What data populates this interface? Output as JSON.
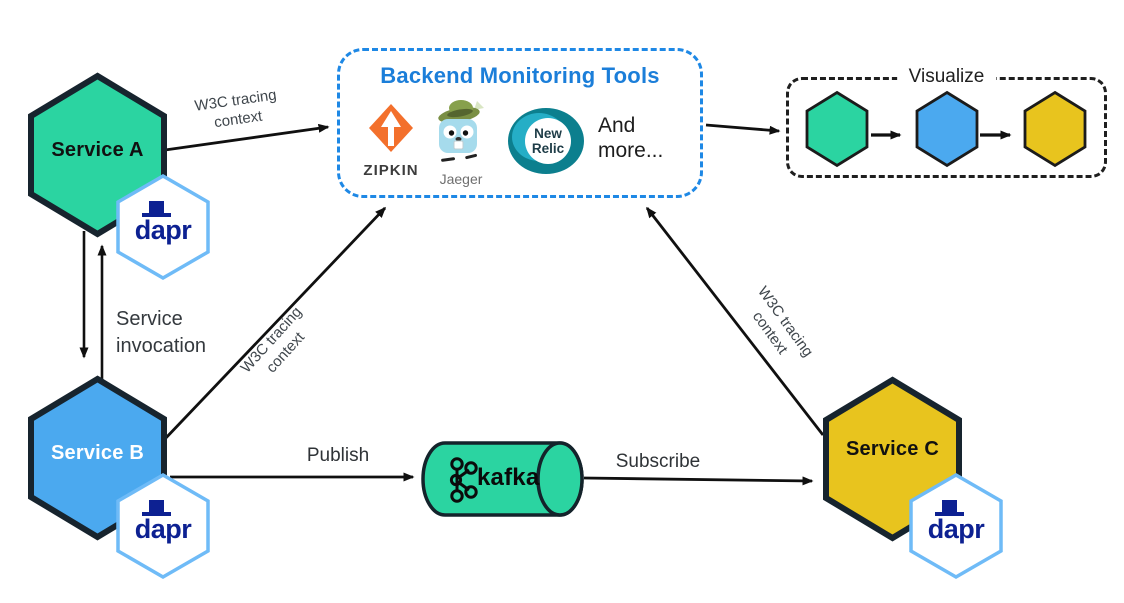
{
  "diagram": {
    "services": {
      "a": {
        "label": "Service A",
        "color": "#2BD4A1"
      },
      "b": {
        "label": "Service B",
        "color": "#4BA9EF"
      },
      "c": {
        "label": "Service C",
        "color": "#E8C41E"
      }
    },
    "dapr": {
      "label": "dapr",
      "border_color": "#6FBBF7",
      "text_color": "#0D2192"
    },
    "monitoring": {
      "title": "Backend Monitoring Tools",
      "title_color": "#1B7ED9",
      "border_color": "#1E88E5",
      "zipkin_label": "ZIPKIN",
      "zipkin_color": "#F3702C",
      "jaeger_label": "Jaeger",
      "newrelic_line1": "New",
      "newrelic_line2": "Relic",
      "newrelic_color": "#0C7F8E",
      "more_line1": "And",
      "more_line2": "more..."
    },
    "visualize": {
      "title": "Visualize",
      "hexagon_colors": [
        "#2BD4A1",
        "#4BA9EF",
        "#E8C41E"
      ]
    },
    "kafka": {
      "label": "kafka",
      "color": "#2BD4A1"
    },
    "edges": {
      "w3c": {
        "line1": "W3C tracing",
        "line2": "context"
      },
      "invocation": {
        "line1": "Service",
        "line2": "invocation"
      },
      "publish": "Publish",
      "subscribe": "Subscribe"
    }
  }
}
